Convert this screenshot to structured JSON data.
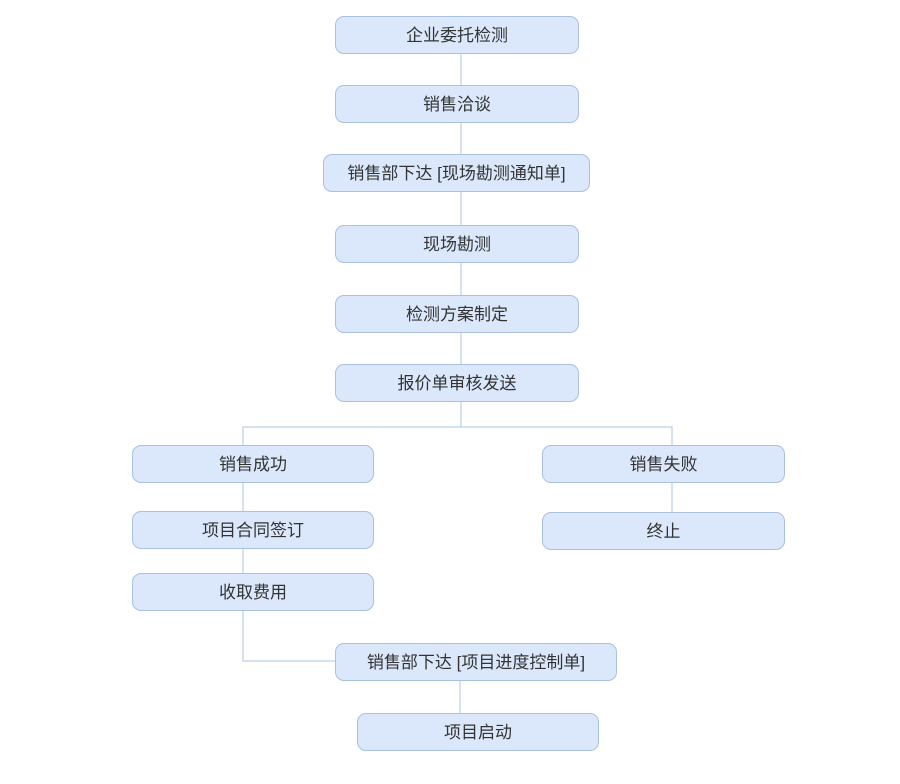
{
  "diagram": {
    "type": "flowchart",
    "colors": {
      "node_fill": "#dbe8fb",
      "node_border": "#a9c0de",
      "connector": "#a9c4e4",
      "text": "#333333",
      "background": "#ffffff"
    },
    "nodes": [
      {
        "id": "enterprise-commission",
        "label": "企业委托检测"
      },
      {
        "id": "sales-negotiation",
        "label": "销售洽谈"
      },
      {
        "id": "survey-notice",
        "label": "销售部下达 [现场勘测通知单]"
      },
      {
        "id": "site-survey",
        "label": "现场勘测"
      },
      {
        "id": "test-plan",
        "label": "检测方案制定"
      },
      {
        "id": "quotation-review",
        "label": "报价单审核发送"
      },
      {
        "id": "sales-success",
        "label": "销售成功"
      },
      {
        "id": "sales-failure",
        "label": "销售失败"
      },
      {
        "id": "contract-signing",
        "label": "项目合同签订"
      },
      {
        "id": "terminate",
        "label": "终止"
      },
      {
        "id": "fee-collection",
        "label": "收取费用"
      },
      {
        "id": "progress-control",
        "label": "销售部下达 [项目进度控制单]"
      },
      {
        "id": "project-start",
        "label": "项目启动"
      }
    ],
    "edges": [
      {
        "from": "企业委托检测",
        "to": "销售洽谈"
      },
      {
        "from": "销售洽谈",
        "to": "销售部下达 [现场勘测通知单]"
      },
      {
        "from": "销售部下达 [现场勘测通知单]",
        "to": "现场勘测"
      },
      {
        "from": "现场勘测",
        "to": "检测方案制定"
      },
      {
        "from": "检测方案制定",
        "to": "报价单审核发送"
      },
      {
        "from": "报价单审核发送",
        "to": "销售成功"
      },
      {
        "from": "报价单审核发送",
        "to": "销售失败"
      },
      {
        "from": "销售成功",
        "to": "项目合同签订"
      },
      {
        "from": "销售失败",
        "to": "终止"
      },
      {
        "from": "项目合同签订",
        "to": "收取费用"
      },
      {
        "from": "收取费用",
        "to": "销售部下达 [项目进度控制单]"
      },
      {
        "from": "销售部下达 [项目进度控制单]",
        "to": "项目启动"
      }
    ]
  }
}
